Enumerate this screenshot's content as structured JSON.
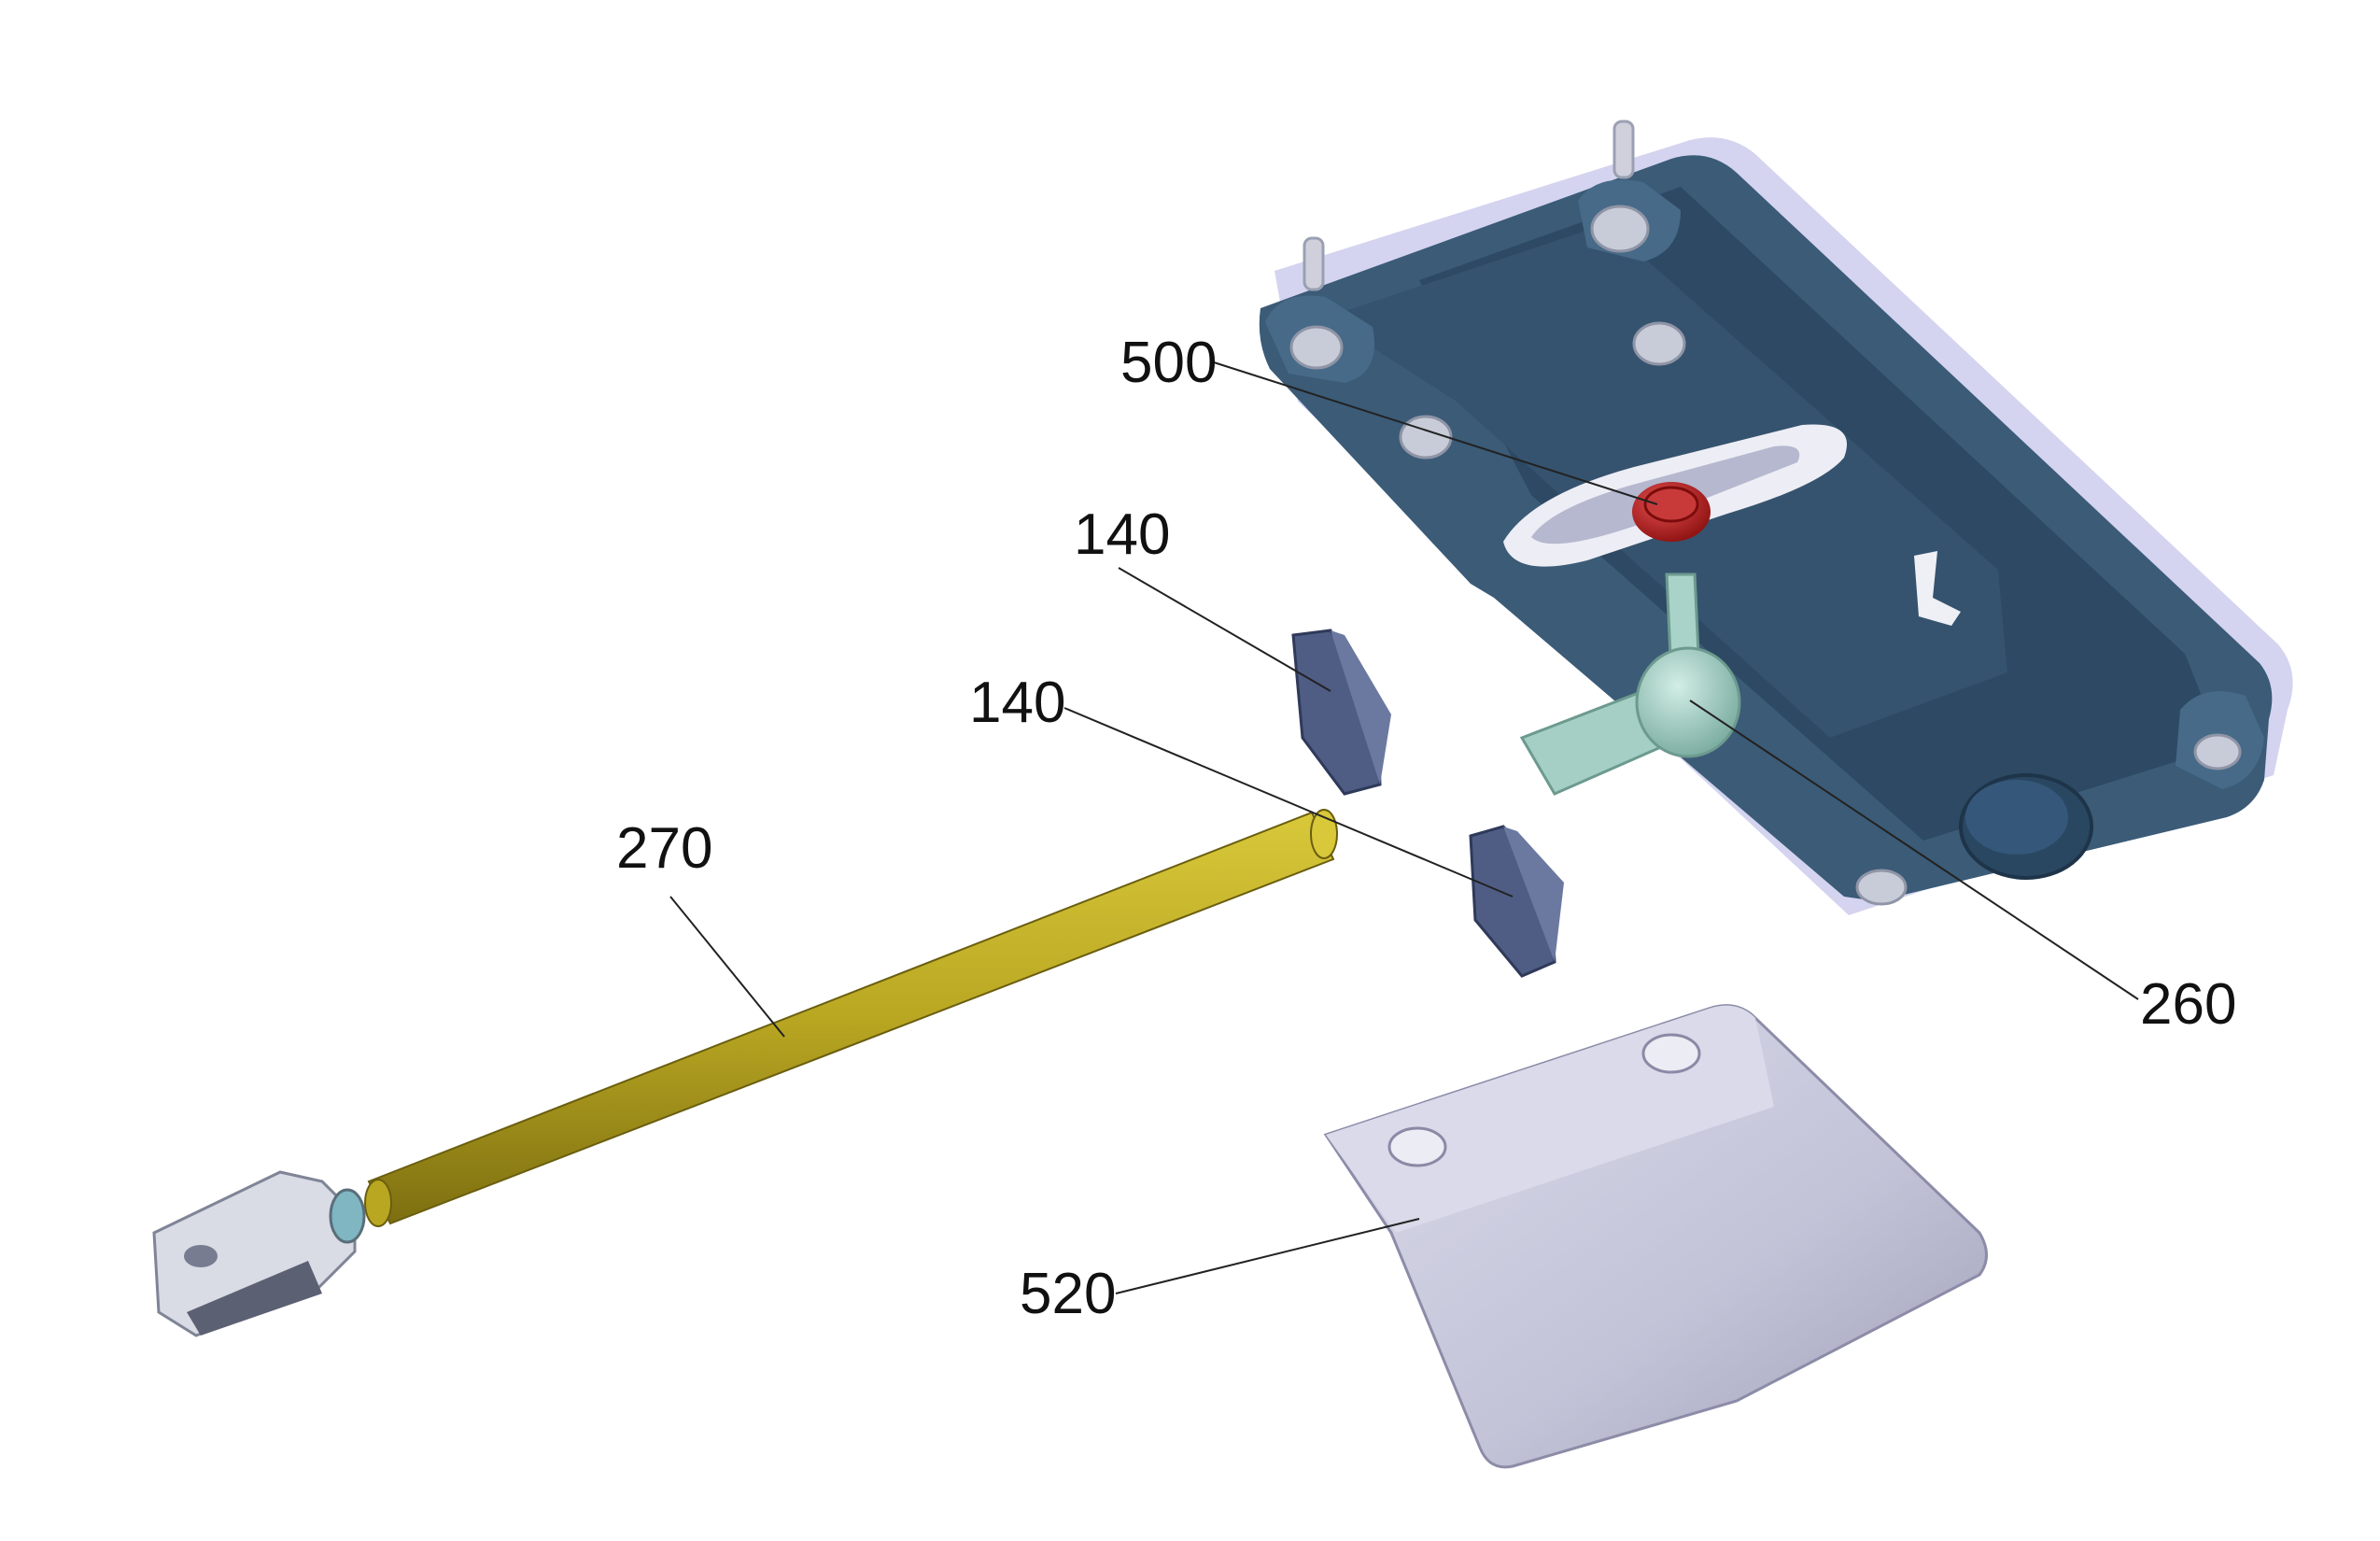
{
  "colors": {
    "housing": "#3a5a75",
    "housing_dark": "#2b4660",
    "housing_rim": "#c9c9ea",
    "nut": "#b81f1f",
    "ball_joint": "#98c8bd",
    "pads": "#4e5c82",
    "shaft": "#b9a722",
    "clevis": "#d8dae4",
    "cover": "#c8c8dc",
    "leader": "#222222"
  },
  "callouts": {
    "c500": "500",
    "c140a": "140",
    "c140b": "140",
    "c270": "270",
    "c260": "260",
    "c520": "520"
  },
  "icons": [
    "housing-plate",
    "lock-nut",
    "ball-joint",
    "guide-pad",
    "push-rod",
    "clevis",
    "cover-shield"
  ]
}
